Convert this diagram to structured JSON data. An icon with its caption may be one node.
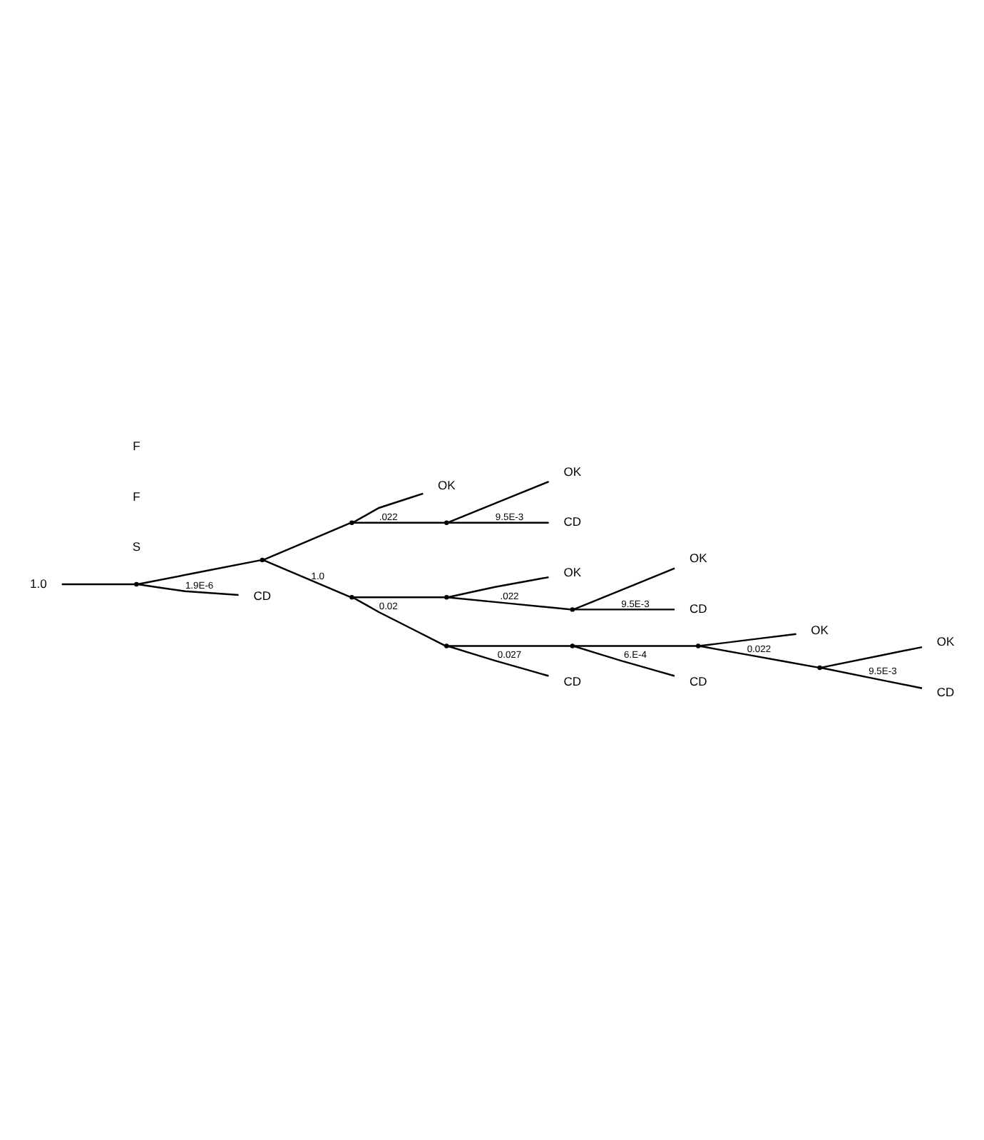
{
  "diagram": {
    "nodes": [
      {
        "text": [
          "1.0"
        ]
      },
      {
        "text": [],
        "shape": "point"
      },
      {
        "text": [],
        "shape": "point"
      },
      {
        "text": [],
        "shape": "point"
      },
      {
        "text": [
          "OK"
        ]
      },
      {
        "text": [],
        "shape": "point"
      },
      {
        "text": [
          "OK"
        ]
      },
      {
        "text": [
          "CD"
        ]
      },
      {
        "text": [],
        "shape": "point"
      },
      {
        "text": [],
        "shape": "point"
      },
      {
        "text": [
          "OK"
        ]
      },
      {
        "text": [],
        "shape": "point"
      },
      {
        "text": [
          "OK"
        ]
      },
      {
        "text": [
          "CD"
        ]
      },
      {
        "text": [],
        "shape": "point"
      },
      {
        "text": [],
        "shape": "point"
      },
      {
        "text": [],
        "shape": "point"
      },
      {
        "text": [
          "OK"
        ]
      },
      {
        "text": [],
        "shape": "point"
      },
      {
        "text": [
          "OK"
        ]
      },
      {
        "text": [
          "CD"
        ]
      },
      {
        "text": [
          "CD"
        ]
      },
      {
        "text": [
          "CD"
        ]
      },
      {
        "text": [
          "CD"
        ]
      }
    ],
    "edges": [
      {
        "from": 0,
        "to": 1,
        "arrow": "none"
      },
      {
        "from": 1,
        "to": 2,
        "arrow": "none"
      },
      {
        "from": 2,
        "to": 3,
        "arrow": "none"
      },
      {
        "from": 3,
        "to": 4,
        "arrow": "none"
      },
      {
        "from": 3,
        "to": 5,
        "arrow": "none",
        "label": ".022"
      },
      {
        "from": 5,
        "to": 6,
        "arrow": "none"
      },
      {
        "from": 5,
        "to": 7,
        "arrow": "none",
        "label": "9.5E-3"
      },
      {
        "from": 2,
        "to": 8,
        "arrow": "none",
        "label": "1.0"
      },
      {
        "from": 8,
        "to": 9,
        "arrow": "none"
      },
      {
        "from": 9,
        "to": 10,
        "arrow": "none"
      },
      {
        "from": 9,
        "to": 11,
        "arrow": "none",
        "label": ".022"
      },
      {
        "from": 11,
        "to": 12,
        "arrow": "none"
      },
      {
        "from": 11,
        "to": 13,
        "arrow": "none",
        "label": "9.5E-3"
      },
      {
        "from": 8,
        "to": 14,
        "arrow": "none",
        "label": "0.02"
      },
      {
        "from": 14,
        "to": 15,
        "arrow": "none"
      },
      {
        "from": 15,
        "to": 16,
        "arrow": "none"
      },
      {
        "from": 16,
        "to": 17,
        "arrow": "none"
      },
      {
        "from": 16,
        "to": 18,
        "arrow": "none",
        "label": "0.022"
      },
      {
        "from": 18,
        "to": 19,
        "arrow": "none"
      },
      {
        "from": 18,
        "to": 20,
        "arrow": "none",
        "label": "9.5E-3"
      },
      {
        "from": 15,
        "to": 21,
        "arrow": "none",
        "label": "6.E-4"
      },
      {
        "from": 14,
        "to": 22,
        "arrow": "none",
        "label": "0.027"
      },
      {
        "from": 1,
        "to": 23,
        "arrow": "none",
        "label": "1.9E-6"
      }
    ],
    "labels": [
      "S",
      "F",
      "F"
    ]
  }
}
